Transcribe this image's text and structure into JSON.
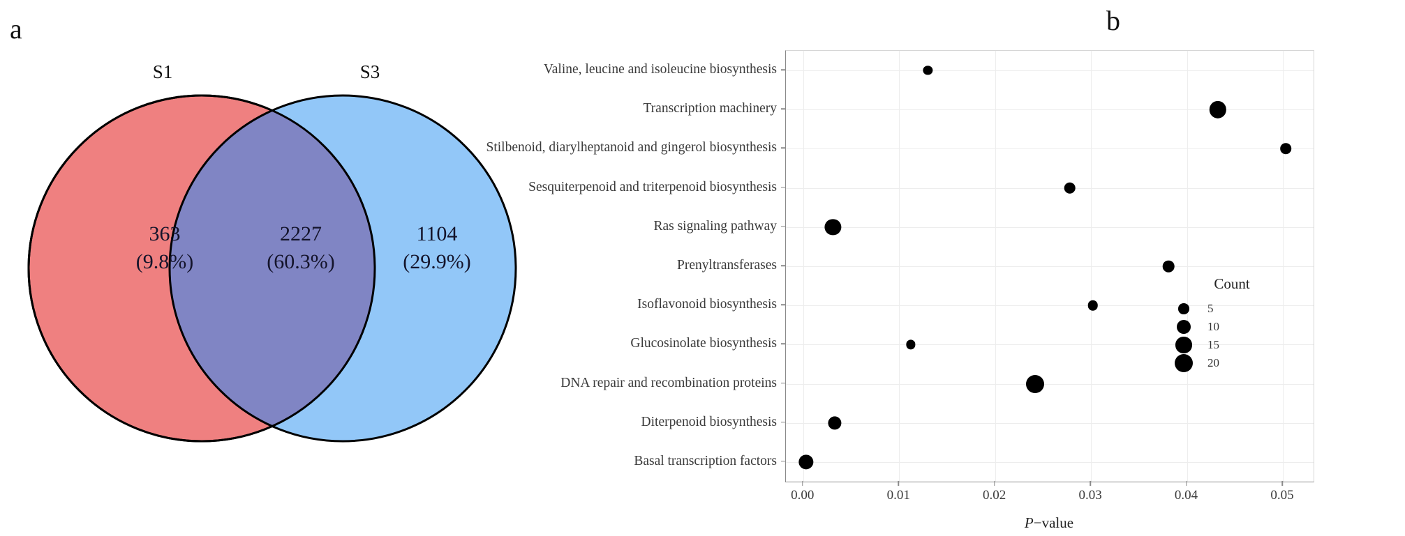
{
  "figure": {
    "panels": [
      {
        "letter": "a"
      },
      {
        "letter": "b"
      }
    ]
  },
  "venn": {
    "set_labels": {
      "left": "S1",
      "right": "S3"
    },
    "colors": {
      "left_fill": "#ef8080",
      "right_fill": "#8ec5f8",
      "overlap_fill": "#8085c4",
      "outline": "#000000"
    },
    "regions": [
      {
        "name": "S1 only",
        "count": "363",
        "percent": "(9.8%)"
      },
      {
        "name": "S1 and S3",
        "count": "2227",
        "percent": "(60.3%)"
      },
      {
        "name": "S3 only",
        "count": "1104",
        "percent": "(29.9%)"
      }
    ]
  },
  "chart_data": {
    "type": "scatter",
    "title": "",
    "xlabel": "P-value",
    "ylabel": "",
    "xlim": [
      -0.0018,
      0.0532
    ],
    "xticks": [
      0.0,
      0.01,
      0.02,
      0.03,
      0.04,
      0.05
    ],
    "xtick_labels": [
      "0.00",
      "0.01",
      "0.02",
      "0.03",
      "0.04",
      "0.05"
    ],
    "grid": true,
    "legend": {
      "title": "Count",
      "position": "right-inside",
      "entries": [
        {
          "label": "5",
          "value": 5
        },
        {
          "label": "10",
          "value": 10
        },
        {
          "label": "15",
          "value": 15
        },
        {
          "label": "20",
          "value": 20
        }
      ]
    },
    "size_encoding": "Count",
    "categories": [
      "Valine, leucine and isoleucine biosynthesis",
      "Transcription machinery",
      "Stilbenoid, diarylheptanoid and gingerol biosynthesis",
      "Sesquiterpenoid and triterpenoid biosynthesis",
      "Ras signaling pathway",
      "Prenyltransferases",
      "Isoflavonoid biosynthesis",
      "Glucosinolate biosynthesis",
      "DNA repair and recombination proteins",
      "Diterpenoid biosynthesis",
      "Basal transcription factors"
    ],
    "points": [
      {
        "category": "Valine, leucine and isoleucine biosynthesis",
        "pvalue": 0.013,
        "count": 3
      },
      {
        "category": "Transcription machinery",
        "pvalue": 0.0432,
        "count": 17
      },
      {
        "category": "Stilbenoid, diarylheptanoid and gingerol biosynthesis",
        "pvalue": 0.0503,
        "count": 5
      },
      {
        "category": "Sesquiterpenoid and triterpenoid biosynthesis",
        "pvalue": 0.0278,
        "count": 6
      },
      {
        "category": "Ras signaling pathway",
        "pvalue": 0.0031,
        "count": 15
      },
      {
        "category": "Prenyltransferases",
        "pvalue": 0.0381,
        "count": 6
      },
      {
        "category": "Isoflavonoid biosynthesis",
        "pvalue": 0.0302,
        "count": 4
      },
      {
        "category": "Glucosinolate biosynthesis",
        "pvalue": 0.0112,
        "count": 3
      },
      {
        "category": "DNA repair and recombination proteins",
        "pvalue": 0.0242,
        "count": 20
      },
      {
        "category": "Diterpenoid biosynthesis",
        "pvalue": 0.0033,
        "count": 9
      },
      {
        "category": "Basal transcription factors",
        "pvalue": 0.0003,
        "count": 12
      }
    ]
  }
}
